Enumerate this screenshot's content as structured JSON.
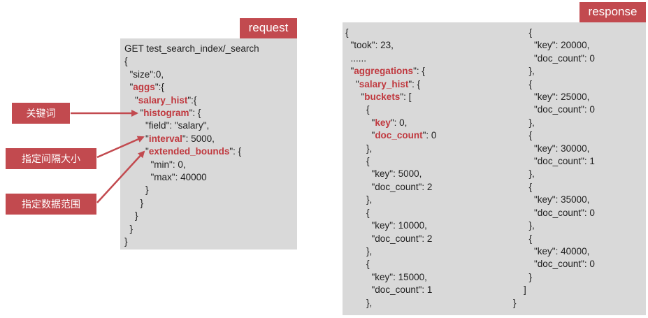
{
  "request": {
    "tag": "request",
    "lines": [
      [
        {
          "t": "GET test_search_index/_search"
        }
      ],
      [
        {
          "t": "{"
        }
      ],
      [
        {
          "t": "  \"size\":0,"
        }
      ],
      [
        {
          "t": "  \""
        },
        {
          "t": "aggs",
          "kw": true
        },
        {
          "t": "\":{"
        }
      ],
      [
        {
          "t": "    \""
        },
        {
          "t": "salary_hist",
          "kw": true
        },
        {
          "t": "\":{"
        }
      ],
      [
        {
          "t": "      \""
        },
        {
          "t": "histogram",
          "kw": true
        },
        {
          "t": "\": {"
        }
      ],
      [
        {
          "t": "        \"field\": \"salary\","
        }
      ],
      [
        {
          "t": "        \""
        },
        {
          "t": "interval",
          "kw": true
        },
        {
          "t": "\": 5000,"
        }
      ],
      [
        {
          "t": "        \""
        },
        {
          "t": "extended_bounds",
          "kw": true
        },
        {
          "t": "\": {"
        }
      ],
      [
        {
          "t": "          \"min\": 0,"
        }
      ],
      [
        {
          "t": "          \"max\": 40000"
        }
      ],
      [
        {
          "t": "        }"
        }
      ],
      [
        {
          "t": "      }"
        }
      ],
      [
        {
          "t": "    }"
        }
      ],
      [
        {
          "t": "  }"
        }
      ],
      [
        {
          "t": "}"
        }
      ]
    ]
  },
  "response": {
    "tag": "response",
    "col1": [
      [
        {
          "t": "{"
        }
      ],
      [
        {
          "t": "  \"took\": 23,"
        }
      ],
      [
        {
          "t": "  ......"
        }
      ],
      [
        {
          "t": "  \""
        },
        {
          "t": "aggregations",
          "kw": true
        },
        {
          "t": "\": {"
        }
      ],
      [
        {
          "t": "    \""
        },
        {
          "t": "salary_hist",
          "kw": true
        },
        {
          "t": "\": {"
        }
      ],
      [
        {
          "t": "      \""
        },
        {
          "t": "buckets",
          "kw": true
        },
        {
          "t": "\": ["
        }
      ],
      [
        {
          "t": "        {"
        }
      ],
      [
        {
          "t": "          \""
        },
        {
          "t": "key",
          "kw": true
        },
        {
          "t": "\": 0,"
        }
      ],
      [
        {
          "t": "          \""
        },
        {
          "t": "doc_count",
          "kw": true
        },
        {
          "t": "\": 0"
        }
      ],
      [
        {
          "t": "        },"
        }
      ],
      [
        {
          "t": "        {"
        }
      ],
      [
        {
          "t": "          \"key\": 5000,"
        }
      ],
      [
        {
          "t": "          \"doc_count\": 2"
        }
      ],
      [
        {
          "t": "        },"
        }
      ],
      [
        {
          "t": "        {"
        }
      ],
      [
        {
          "t": "          \"key\": 10000,"
        }
      ],
      [
        {
          "t": "          \"doc_count\": 2"
        }
      ],
      [
        {
          "t": "        },"
        }
      ],
      [
        {
          "t": "        {"
        }
      ],
      [
        {
          "t": "          \"key\": 15000,"
        }
      ],
      [
        {
          "t": "          \"doc_count\": 1"
        }
      ],
      [
        {
          "t": "        },"
        }
      ]
    ],
    "col2": [
      [
        {
          "t": "      {"
        }
      ],
      [
        {
          "t": "        \"key\": 20000,"
        }
      ],
      [
        {
          "t": "        \"doc_count\": 0"
        }
      ],
      [
        {
          "t": "      },"
        }
      ],
      [
        {
          "t": "      {"
        }
      ],
      [
        {
          "t": "        \"key\": 25000,"
        }
      ],
      [
        {
          "t": "        \"doc_count\": 0"
        }
      ],
      [
        {
          "t": "      },"
        }
      ],
      [
        {
          "t": "      {"
        }
      ],
      [
        {
          "t": "        \"key\": 30000,"
        }
      ],
      [
        {
          "t": "        \"doc_count\": 1"
        }
      ],
      [
        {
          "t": "      },"
        }
      ],
      [
        {
          "t": "      {"
        }
      ],
      [
        {
          "t": "        \"key\": 35000,"
        }
      ],
      [
        {
          "t": "        \"doc_count\": 0"
        }
      ],
      [
        {
          "t": "      },"
        }
      ],
      [
        {
          "t": "      {"
        }
      ],
      [
        {
          "t": "        \"key\": 40000,"
        }
      ],
      [
        {
          "t": "        \"doc_count\": 0"
        }
      ],
      [
        {
          "t": "      }"
        }
      ],
      [
        {
          "t": "    ]"
        }
      ],
      [
        {
          "t": "}"
        }
      ]
    ]
  },
  "labels": {
    "keyword": "关键词",
    "interval": "指定间隔大小",
    "range": "指定数据范围"
  },
  "colors": {
    "accent": "#c24a4f",
    "keyword_text": "#c0393f",
    "panel_bg": "#d9d9d9"
  }
}
